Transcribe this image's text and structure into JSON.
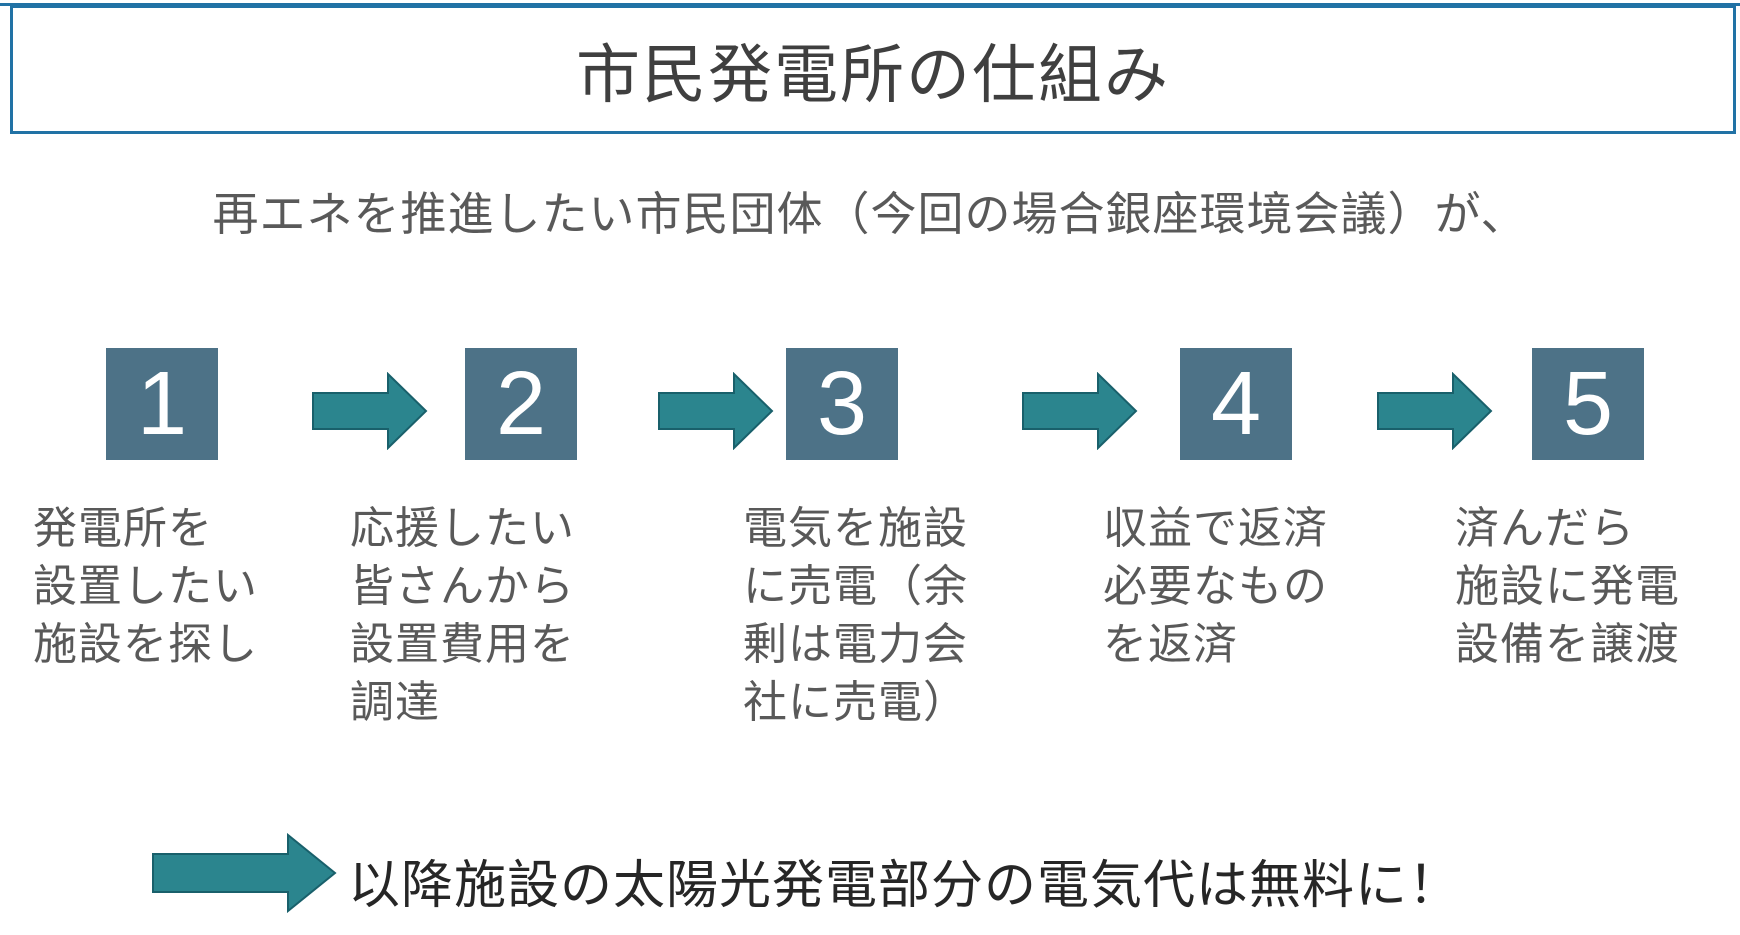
{
  "slide": {
    "title": "市民発電所の仕組み",
    "subtitle": "再エネを推進したい市民団体（今回の場合銀座環境会議）が、",
    "conclusion": "以降施設の太陽光発電部分の電気代は無料に！"
  },
  "steps": [
    {
      "number": "1",
      "description": "発電所を\n設置したい\n施設を探し"
    },
    {
      "number": "2",
      "description": "応援したい\n皆さんから\n設置費用を\n調達"
    },
    {
      "number": "3",
      "description": "電気を施設\nに売電（余\n剰は電力会\n社に売電）"
    },
    {
      "number": "4",
      "description": "収益で返済\n必要なもの\nを返済"
    },
    {
      "number": "5",
      "description": "済んだら\n施設に発電\n設備を譲渡"
    }
  ],
  "colors": {
    "border-blue": "#2172a5",
    "square-bg": "#4d7287",
    "arrow-fill": "#2b858e",
    "arrow-stroke": "#19606b",
    "title-text": "#3f3f3f",
    "body-text": "#595959",
    "conclusion-text": "#262626"
  }
}
